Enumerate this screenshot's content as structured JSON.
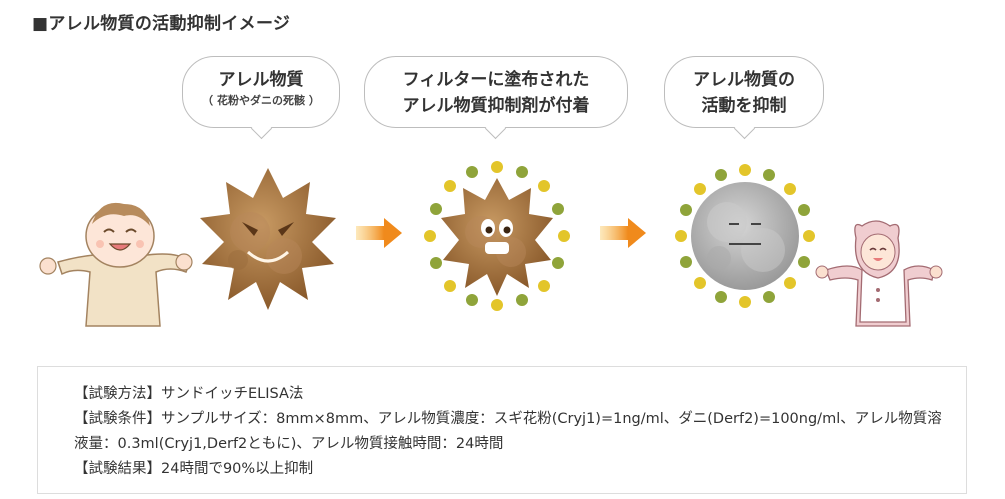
{
  "title": "■アレル物質の活動抑制イメージ",
  "bubbles": [
    {
      "line1": "アレル物質",
      "sub": "（ 花粉やダニの死骸 ）"
    },
    {
      "line1": "フィルターに塗布された",
      "line2": "アレル物質抑制剤が付着"
    },
    {
      "line1": "アレル物質の",
      "line2": "活動を抑制"
    }
  ],
  "info": {
    "method": "【試験方法】サンドイッチELISA法",
    "conditions": "【試験条件】サンプルサイズ：8mm×8mm、アレル物質濃度：スギ花粉(Cryj1)=1ng/ml、ダニ(Derf2)=100ng/ml、アレル物質溶液量：0.3ml(Cryj1,Derf2ともに)、アレル物質接触時間：24時間",
    "result": "【試験結果】24時間で90%以上抑制"
  },
  "colors": {
    "allergen": "#a5703a",
    "arrow": "#f08a1c",
    "dot_green": "#8fa43a",
    "dot_yellow": "#e3c52a",
    "inactive": "#b8b8b8"
  }
}
